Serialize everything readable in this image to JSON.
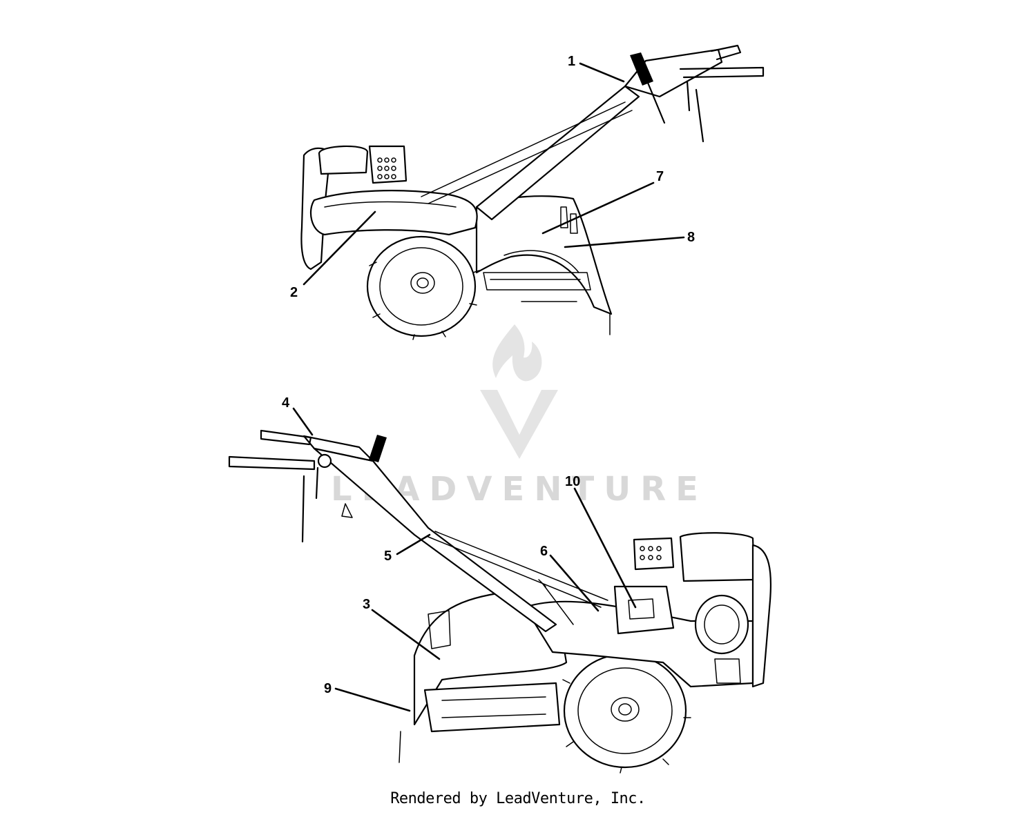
{
  "diagram": {
    "callouts": [
      {
        "id": "1",
        "label": "1"
      },
      {
        "id": "2",
        "label": "2"
      },
      {
        "id": "3",
        "label": "3"
      },
      {
        "id": "4",
        "label": "4"
      },
      {
        "id": "5",
        "label": "5"
      },
      {
        "id": "6",
        "label": "6"
      },
      {
        "id": "7",
        "label": "7"
      },
      {
        "id": "8",
        "label": "8"
      },
      {
        "id": "9",
        "label": "9"
      },
      {
        "id": "10",
        "label": "10"
      }
    ],
    "watermark": {
      "text": "LEADVENTURE"
    },
    "footer": "Rendered by LeadVenture, Inc."
  }
}
